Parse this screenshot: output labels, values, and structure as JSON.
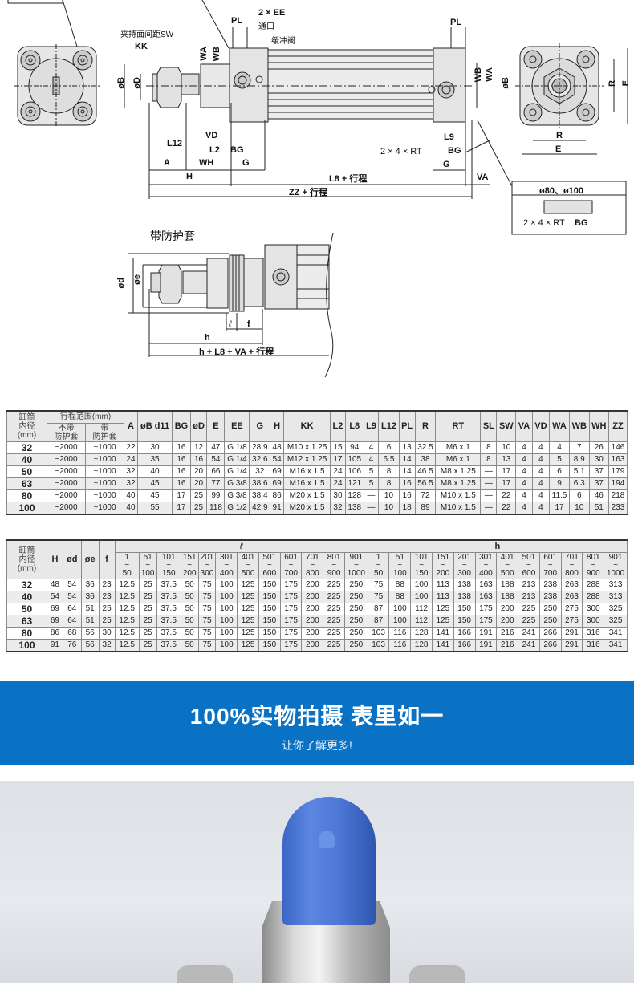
{
  "drawing": {
    "labels": {
      "sw": "夹持面间距SW",
      "kk": "KK",
      "ee": "2 × EE",
      "port": "通口",
      "cushion": "缓冲阀",
      "pl": "PL",
      "wa": "WA",
      "wb": "WB",
      "ob": "øB",
      "od": "øD",
      "vd": "VD",
      "l12": "L12",
      "l2": "L2",
      "bg": "BG",
      "a": "A",
      "wh": "WH",
      "g": "G",
      "h": "H",
      "l8_stroke": "L8 + 行程",
      "zz_stroke": "ZZ + 行程",
      "rt": "2 × 4 × RT",
      "l9": "L9",
      "va": "VA",
      "r": "R",
      "e": "E",
      "inset_title": "ø80、ø100",
      "inset_rt": "2 × 4 × RT",
      "inset_bg": "BG"
    },
    "boot_section": {
      "title": "带防护套",
      "od": "ød",
      "oe": "øe",
      "l": "ℓ",
      "f": "f",
      "h": "h",
      "total": "h + L8 + VA + 行程"
    }
  },
  "table1": {
    "headers": {
      "bore": "缸筒\n内径\n(mm)",
      "stroke_range": "行程范围(mm)",
      "no_boot": "不带\n防护套",
      "with_boot": "带\n防护套",
      "cols": [
        "A",
        "øB d11",
        "BG",
        "øD",
        "E",
        "EE",
        "G",
        "H",
        "KK",
        "L2",
        "L8",
        "L9",
        "L12",
        "PL",
        "R",
        "RT",
        "SL",
        "SW",
        "VA",
        "VD",
        "WA",
        "WB",
        "WH",
        "ZZ"
      ]
    },
    "rows": [
      {
        "bore": "32",
        "no_boot": "~2000",
        "with_boot": "~1000",
        "vals": [
          "22",
          "30",
          "16",
          "12",
          "47",
          "G 1/8",
          "28.9",
          "48",
          "M10 x 1.25",
          "15",
          "94",
          "4",
          "6",
          "13",
          "32.5",
          "M6 x 1",
          "8",
          "10",
          "4",
          "4",
          "4",
          "7",
          "26",
          "146"
        ]
      },
      {
        "bore": "40",
        "no_boot": "~2000",
        "with_boot": "~1000",
        "vals": [
          "24",
          "35",
          "16",
          "16",
          "54",
          "G 1/4",
          "32.6",
          "54",
          "M12 x 1.25",
          "17",
          "105",
          "4",
          "6.5",
          "14",
          "38",
          "M6 x 1",
          "8",
          "13",
          "4",
          "4",
          "5",
          "8.9",
          "30",
          "163"
        ]
      },
      {
        "bore": "50",
        "no_boot": "~2000",
        "with_boot": "~1000",
        "vals": [
          "32",
          "40",
          "16",
          "20",
          "66",
          "G 1/4",
          "32",
          "69",
          "M16 x 1.5",
          "24",
          "106",
          "5",
          "8",
          "14",
          "46.5",
          "M8 x 1.25",
          "—",
          "17",
          "4",
          "4",
          "6",
          "5.1",
          "37",
          "179"
        ]
      },
      {
        "bore": "63",
        "no_boot": "~2000",
        "with_boot": "~1000",
        "vals": [
          "32",
          "45",
          "16",
          "20",
          "77",
          "G 3/8",
          "38.6",
          "69",
          "M16 x 1.5",
          "24",
          "121",
          "5",
          "8",
          "16",
          "56.5",
          "M8 x 1.25",
          "—",
          "17",
          "4",
          "4",
          "9",
          "6.3",
          "37",
          "194"
        ]
      },
      {
        "bore": "80",
        "no_boot": "~2000",
        "with_boot": "~1000",
        "vals": [
          "40",
          "45",
          "17",
          "25",
          "99",
          "G 3/8",
          "38.4",
          "86",
          "M20 x 1.5",
          "30",
          "128",
          "—",
          "10",
          "16",
          "72",
          "M10 x 1.5",
          "—",
          "22",
          "4",
          "4",
          "11.5",
          "6",
          "46",
          "218"
        ]
      },
      {
        "bore": "100",
        "no_boot": "~2000",
        "with_boot": "~1000",
        "vals": [
          "40",
          "55",
          "17",
          "25",
          "118",
          "G 1/2",
          "42.9",
          "91",
          "M20 x 1.5",
          "32",
          "138",
          "—",
          "10",
          "18",
          "89",
          "M10 x 1.5",
          "—",
          "22",
          "4",
          "4",
          "17",
          "10",
          "51",
          "233"
        ]
      }
    ]
  },
  "table2": {
    "headers": {
      "bore": "缸筒\n内径\n(mm)",
      "cols": [
        "H",
        "ød",
        "øe",
        "f"
      ],
      "l_group": "ℓ",
      "h_group": "h",
      "ranges": [
        [
          "1",
          "50"
        ],
        [
          "51",
          "100"
        ],
        [
          "101",
          "150"
        ],
        [
          "151",
          "200"
        ],
        [
          "201",
          "300"
        ],
        [
          "301",
          "400"
        ],
        [
          "401",
          "500"
        ],
        [
          "501",
          "600"
        ],
        [
          "601",
          "700"
        ],
        [
          "701",
          "800"
        ],
        [
          "801",
          "900"
        ],
        [
          "901",
          "1000"
        ]
      ]
    },
    "rows": [
      {
        "bore": "32",
        "vals": [
          "48",
          "54",
          "36",
          "23"
        ],
        "l": [
          "12.5",
          "25",
          "37.5",
          "50",
          "75",
          "100",
          "125",
          "150",
          "175",
          "200",
          "225",
          "250"
        ],
        "h": [
          "75",
          "88",
          "100",
          "113",
          "138",
          "163",
          "188",
          "213",
          "238",
          "263",
          "288",
          "313"
        ]
      },
      {
        "bore": "40",
        "vals": [
          "54",
          "54",
          "36",
          "23"
        ],
        "l": [
          "12.5",
          "25",
          "37.5",
          "50",
          "75",
          "100",
          "125",
          "150",
          "175",
          "200",
          "225",
          "250"
        ],
        "h": [
          "75",
          "88",
          "100",
          "113",
          "138",
          "163",
          "188",
          "213",
          "238",
          "263",
          "288",
          "313"
        ]
      },
      {
        "bore": "50",
        "vals": [
          "69",
          "64",
          "51",
          "25"
        ],
        "l": [
          "12.5",
          "25",
          "37.5",
          "50",
          "75",
          "100",
          "125",
          "150",
          "175",
          "200",
          "225",
          "250"
        ],
        "h": [
          "87",
          "100",
          "112",
          "125",
          "150",
          "175",
          "200",
          "225",
          "250",
          "275",
          "300",
          "325"
        ]
      },
      {
        "bore": "63",
        "vals": [
          "69",
          "64",
          "51",
          "25"
        ],
        "l": [
          "12.5",
          "25",
          "37.5",
          "50",
          "75",
          "100",
          "125",
          "150",
          "175",
          "200",
          "225",
          "250"
        ],
        "h": [
          "87",
          "100",
          "112",
          "125",
          "150",
          "175",
          "200",
          "225",
          "250",
          "275",
          "300",
          "325"
        ]
      },
      {
        "bore": "80",
        "vals": [
          "86",
          "68",
          "56",
          "30"
        ],
        "l": [
          "12.5",
          "25",
          "37.5",
          "50",
          "75",
          "100",
          "125",
          "150",
          "175",
          "200",
          "225",
          "250"
        ],
        "h": [
          "103",
          "116",
          "128",
          "141",
          "166",
          "191",
          "216",
          "241",
          "266",
          "291",
          "316",
          "341"
        ]
      },
      {
        "bore": "100",
        "vals": [
          "91",
          "76",
          "56",
          "32"
        ],
        "l": [
          "12.5",
          "25",
          "37.5",
          "50",
          "75",
          "100",
          "125",
          "150",
          "175",
          "200",
          "225",
          "250"
        ],
        "h": [
          "103",
          "116",
          "128",
          "141",
          "166",
          "191",
          "216",
          "241",
          "266",
          "291",
          "316",
          "341"
        ]
      }
    ]
  },
  "banner": {
    "title": "100%实物拍摄  表里如一",
    "subtitle": "让你了解更多!",
    "color": "#0a72c4"
  },
  "photo": {
    "subject": "pneumatic-cylinder-with-blue-rod-cap",
    "cap_color": "#4a74d4"
  }
}
